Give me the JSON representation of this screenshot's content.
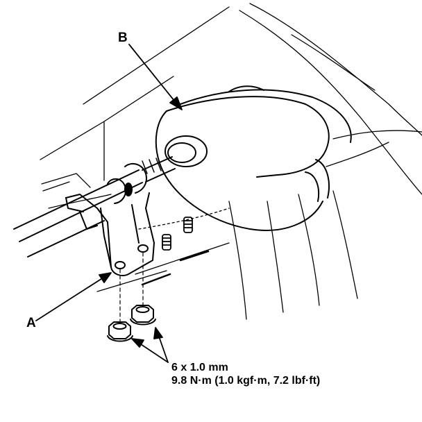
{
  "callouts": {
    "a": "A",
    "b": "B"
  },
  "spec": {
    "size": "6 x 1.0 mm",
    "torque": "9.8 N·m (1.0 kgf·m, 7.2 lbf·ft)"
  },
  "colors": {
    "ink": "#000000",
    "paper": "#ffffff"
  }
}
